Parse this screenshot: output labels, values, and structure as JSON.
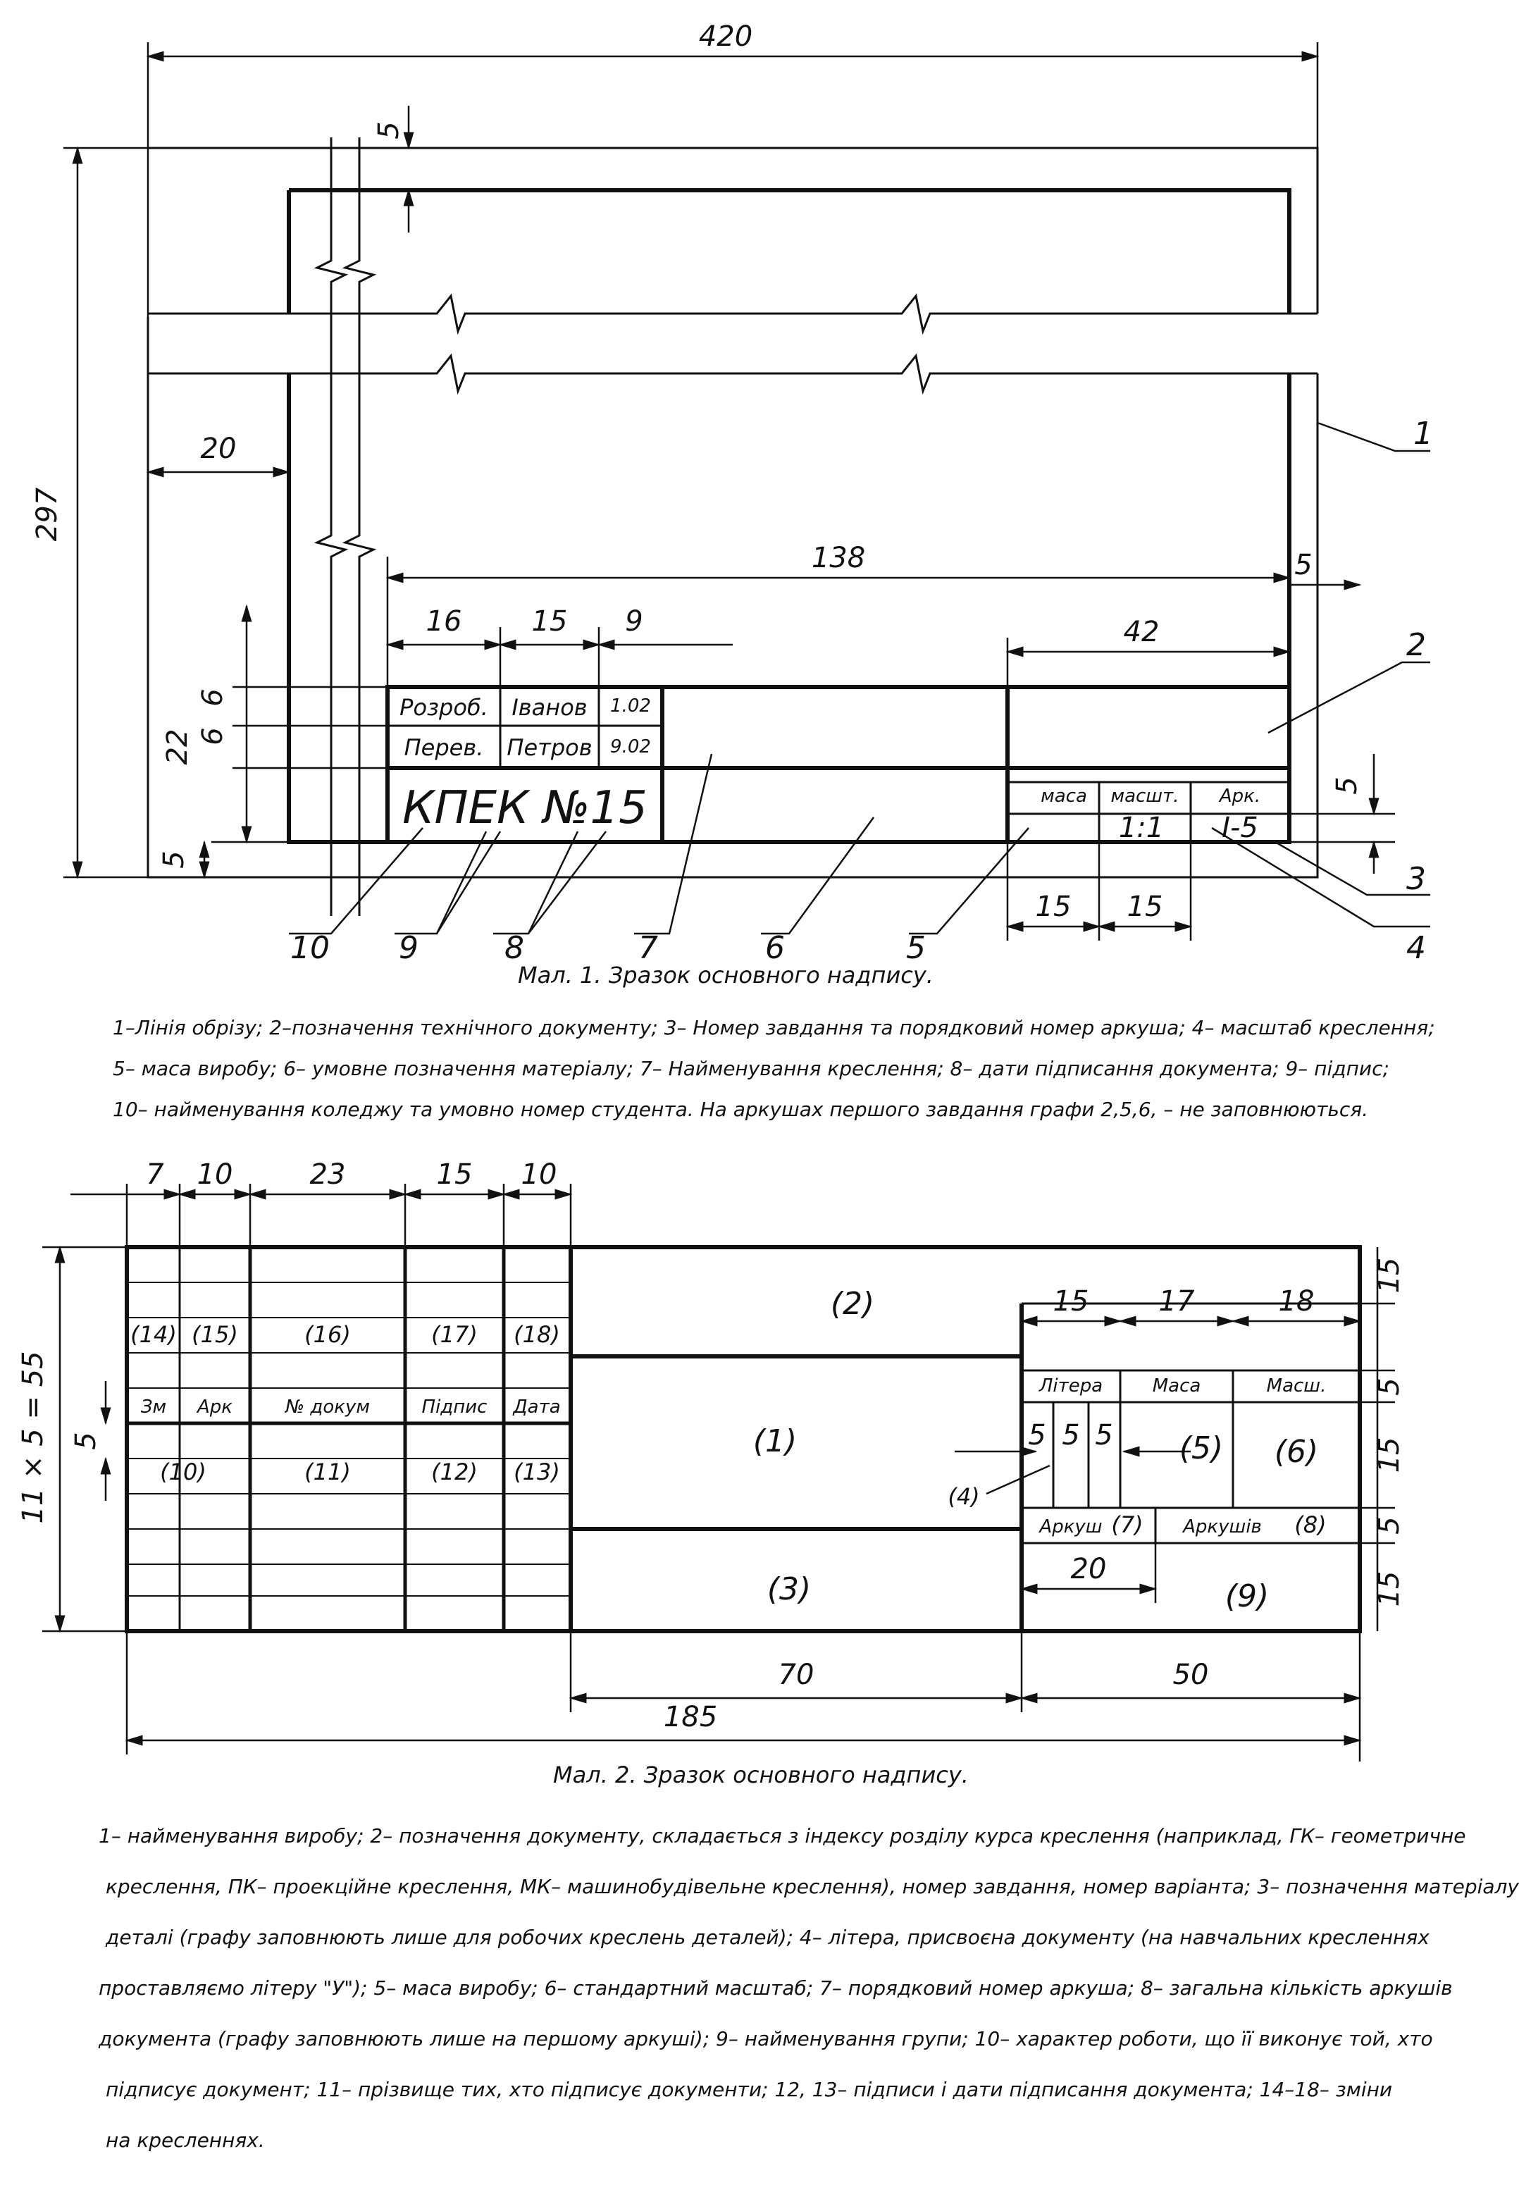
{
  "fig1": {
    "caption": "Мал. 1. Зразок основного надпису.",
    "dims": {
      "d420": "420",
      "d297": "297",
      "d20": "20",
      "d5_top": "5",
      "d138": "138",
      "d5_right": "5",
      "d42": "42",
      "d16": "16",
      "d15": "15",
      "d9": "9",
      "d22": "22",
      "d6a": "6",
      "d6b": "6",
      "d5_left": "5",
      "d5_far": "5",
      "d15_b1": "15",
      "d15_b2": "15"
    },
    "cells": {
      "razrob": "Розроб.",
      "ivanov": "Іванов",
      "date1": "1.02",
      "perev": "Перев.",
      "petrov": "Петров",
      "date2": "9.02",
      "college": "КПЕК №15",
      "masa": "маса",
      "masht": "масшт.",
      "ark": "Арк.",
      "scale": "1:1",
      "sheet": "I-5"
    },
    "callouts": [
      "1",
      "2",
      "3",
      "4",
      "5",
      "6",
      "7",
      "8",
      "9",
      "10"
    ],
    "legend": [
      "1–Лінія обрізу; 2–позначення технічного документу; 3– Номер завдання та порядковий номер аркуша; 4– масштаб креслення;",
      "5– маса виробу; 6– умовне позначення матеріалу; 7– Найменування креслення; 8– дати підписання документа; 9– підпис;",
      "10– найменування коледжу та умовно номер студента. На аркушах першого завдання графи 2,5,6, – не заповнюються."
    ]
  },
  "fig2": {
    "caption": "Мал. 2. Зразок основного надпису.",
    "dims": {
      "c7": "7",
      "c10": "10",
      "c23": "23",
      "c15": "15",
      "c10b": "10",
      "rows": "11 × 5 = 55",
      "r5": "5",
      "w15": "15",
      "w17": "17",
      "w18": "18",
      "h15a": "15",
      "h5a": "5",
      "h15b": "15",
      "h5b": "5",
      "h15c": "15",
      "d20": "20",
      "d70": "70",
      "d50": "50",
      "d185": "185",
      "s5a": "5",
      "s5b": "5",
      "s5c": "5"
    },
    "cells": {
      "c14": "(14)",
      "c15": "(15)",
      "c16": "(16)",
      "c17": "(17)",
      "c18": "(18)",
      "zm": "Зм",
      "ark": "Арк",
      "dokum": "№ докум",
      "pidpys": "Підпис",
      "data": "Дата",
      "c10": "(10)",
      "c11": "(11)",
      "c12": "(12)",
      "c13": "(13)",
      "c1": "(1)",
      "c2": "(2)",
      "c3": "(3)",
      "c4": "(4)",
      "c5": "(5)",
      "c6": "(6)",
      "litera": "Літера",
      "masa": "Маса",
      "mash": "Масш.",
      "arkush": "Аркуш",
      "c7": "(7)",
      "arkushiv": "Аркушів",
      "c8": "(8)",
      "c9": "(9)"
    },
    "legend": [
      "1– найменування виробу; 2– позначення документу, складається з індексу розділу курса креслення (наприклад, ГК– геометричне",
      "креслення, ПК– проекційне креслення, МК– машинобудівельне креслення), номер завдання, номер варіанта; 3– позначення матеріалу",
      "деталі (графу заповнюють лише для робочих креслень деталей); 4– літера, присвоєна документу (на навчальних кресленнях",
      "проставляємо літеру \"У\"); 5– маса виробу; 6– стандартний масштаб; 7– порядковий номер аркуша; 8– загальна кількість аркушів",
      "документа (графу заповнюють лише на першому аркуші); 9– найменування групи; 10– характер роботи, що її виконує той, хто",
      "підписує документ; 11– прізвище тих, хто підписує документи; 12, 13– підписи і дати підписання документа; 14–18– зміни",
      "на кресленнях."
    ]
  }
}
